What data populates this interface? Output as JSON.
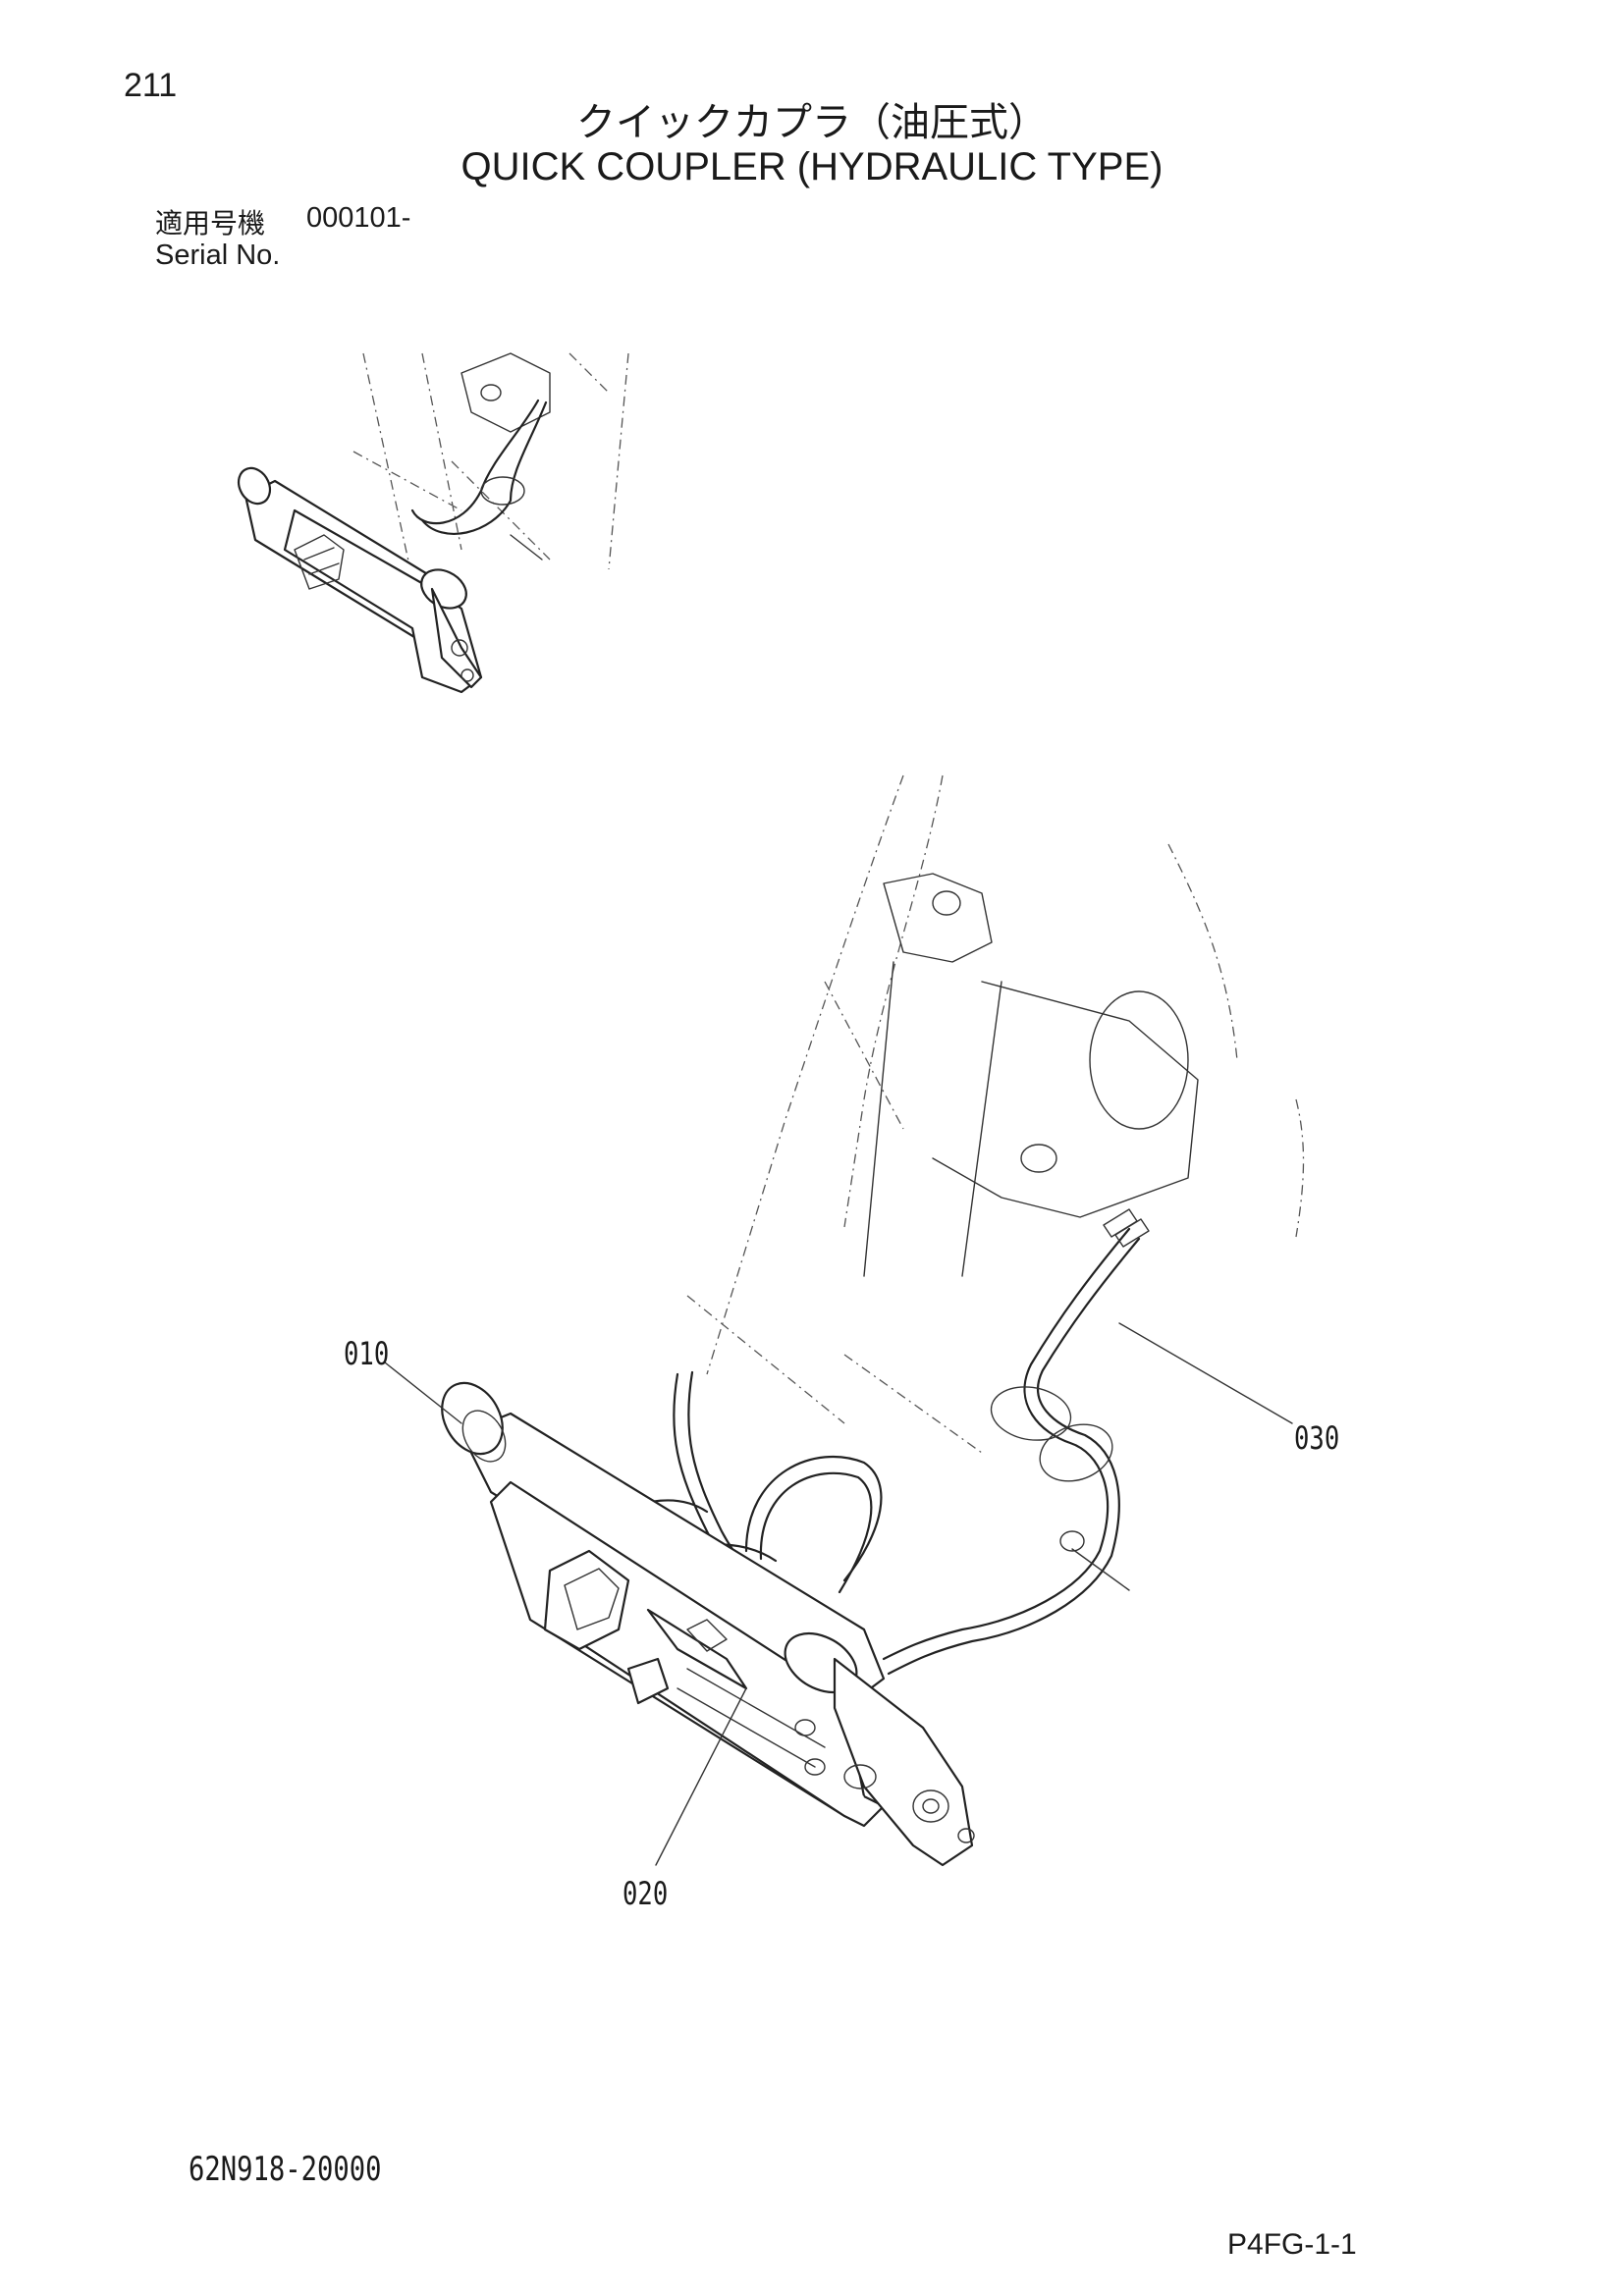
{
  "header": {
    "page_number": "211",
    "title_jp": "クイックカプラ（油圧式）",
    "title_en": "QUICK COUPLER (HYDRAULIC TYPE)"
  },
  "serial": {
    "label_jp": "適用号機",
    "value": "000101-",
    "label_en": "Serial No."
  },
  "callouts": {
    "part_010": "010",
    "part_020": "020",
    "part_030": "030"
  },
  "footer": {
    "drawing_number": "62N918-20000",
    "page_code": "P4FG-1-1"
  }
}
